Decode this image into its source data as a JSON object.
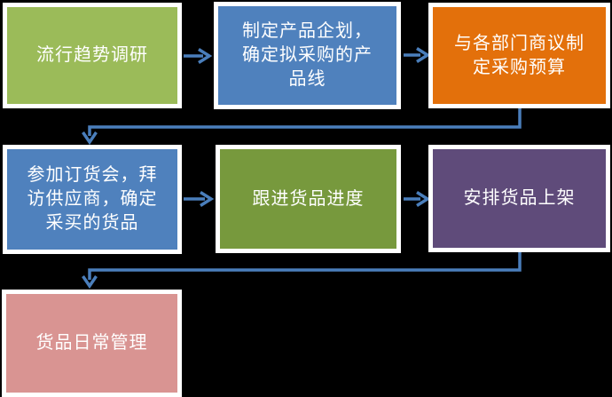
{
  "diagram": {
    "type": "flowchart",
    "background": "#000000",
    "node_border_color": "#FFFFFF",
    "text_color": "#FFFFFF",
    "arrow_color": "#4A7EBB",
    "arrow_stroke_width": "3.5",
    "nodes": [
      {
        "id": "trend-research",
        "label": "流行趋势调研",
        "lines": [
          "流行趋势调研"
        ],
        "fill": "#9BBB59",
        "row": 1,
        "col": 1
      },
      {
        "id": "product-planning",
        "label": "制定产品企划，确定拟采购的产品线",
        "lines": [
          "制定产品企划，",
          "确定拟采购的产",
          "品线"
        ],
        "fill": "#4F81BD",
        "row": 1,
        "col": 2
      },
      {
        "id": "budget-negotiation",
        "label": "与各部门商议制定采购预算",
        "lines": [
          "与各部门商议制",
          "定采购预算"
        ],
        "fill": "#E3700B",
        "row": 1,
        "col": 3
      },
      {
        "id": "order-fair",
        "label": "参加订货会，拜访供应商，确定采买的货品",
        "lines": [
          "参加订货会，拜",
          "访供应商，确定",
          "采买的货品"
        ],
        "fill": "#4F81BD",
        "row": 2,
        "col": 1
      },
      {
        "id": "progress-tracking",
        "label": "跟进货品进度",
        "lines": [
          "跟进货品进度"
        ],
        "fill": "#77993D",
        "row": 2,
        "col": 2
      },
      {
        "id": "shelf-arrangement",
        "label": "安排货品上架",
        "lines": [
          "安排货品上架"
        ],
        "fill": "#5F4B7A",
        "row": 2,
        "col": 3
      },
      {
        "id": "daily-management",
        "label": "货品日常管理",
        "lines": [
          "货品日常管理"
        ],
        "fill": "#D99492",
        "row": 3,
        "col": 1
      }
    ],
    "edges": [
      {
        "from": "trend-research",
        "to": "product-planning",
        "style": "straight-right-arrow"
      },
      {
        "from": "product-planning",
        "to": "budget-negotiation",
        "style": "straight-right-arrow"
      },
      {
        "from": "budget-negotiation",
        "to": "order-fair",
        "style": "elbow-down-left-down-arrow"
      },
      {
        "from": "order-fair",
        "to": "progress-tracking",
        "style": "straight-right-arrow"
      },
      {
        "from": "progress-tracking",
        "to": "shelf-arrangement",
        "style": "straight-right-arrow"
      },
      {
        "from": "shelf-arrangement",
        "to": "daily-management",
        "style": "elbow-down-left-down-arrow"
      }
    ]
  }
}
